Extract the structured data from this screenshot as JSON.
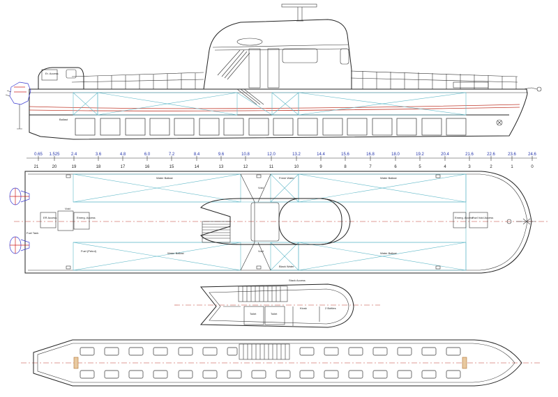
{
  "stations": {
    "upper": [
      "0.65",
      "1.525",
      "2.4",
      "3.6",
      "4.8",
      "6.0",
      "7.2",
      "8.4",
      "9.6",
      "10.8",
      "12.0",
      "13.2",
      "14.4",
      "15.6",
      "16.8",
      "18.0",
      "19.2",
      "20.4",
      "21.6",
      "22.6",
      "23.6",
      "24.6"
    ],
    "lower": [
      "21",
      "20",
      "19",
      "18",
      "17",
      "16",
      "15",
      "14",
      "13",
      "12",
      "11",
      "10",
      "9",
      "8",
      "7",
      "6",
      "5",
      "4",
      "3",
      "2",
      "1",
      "0"
    ]
  },
  "labels": {
    "er_access": "Er. Access",
    "ballast": "Ballast",
    "water_ballast_tl": "Water Ballast",
    "fresh_water_t": "Fresh Water",
    "void_t": "Void",
    "water_ballast_tr": "Water Ballast",
    "er_access_plan": "ER Access",
    "void_er": "Void",
    "emerg_access_aft": "Emerg. Access",
    "fuel_tank": "Fuel Tank",
    "emerg_access_fwd": "Emerg. Access",
    "fwd_void_access": "Fwd Void Access",
    "fuel_petrol": "Fuel (Petrol)",
    "water_ballast_bl": "Water Ballast",
    "void_b": "Void",
    "black_water": "Black Water",
    "water_ballast_br": "Water Ballast",
    "stack_access": "Stack Access",
    "toilet_1": "Toilet",
    "toilet_2": "Toilet",
    "kiosk": "Kiosk",
    "bottles": "2 Bottles"
  },
  "colors": {
    "outline": "#222222",
    "tank_lines": "#5fb8c8",
    "centerline": "#c0392b",
    "station_upper": "#2233aa",
    "propeller": "#3a3ad0"
  }
}
